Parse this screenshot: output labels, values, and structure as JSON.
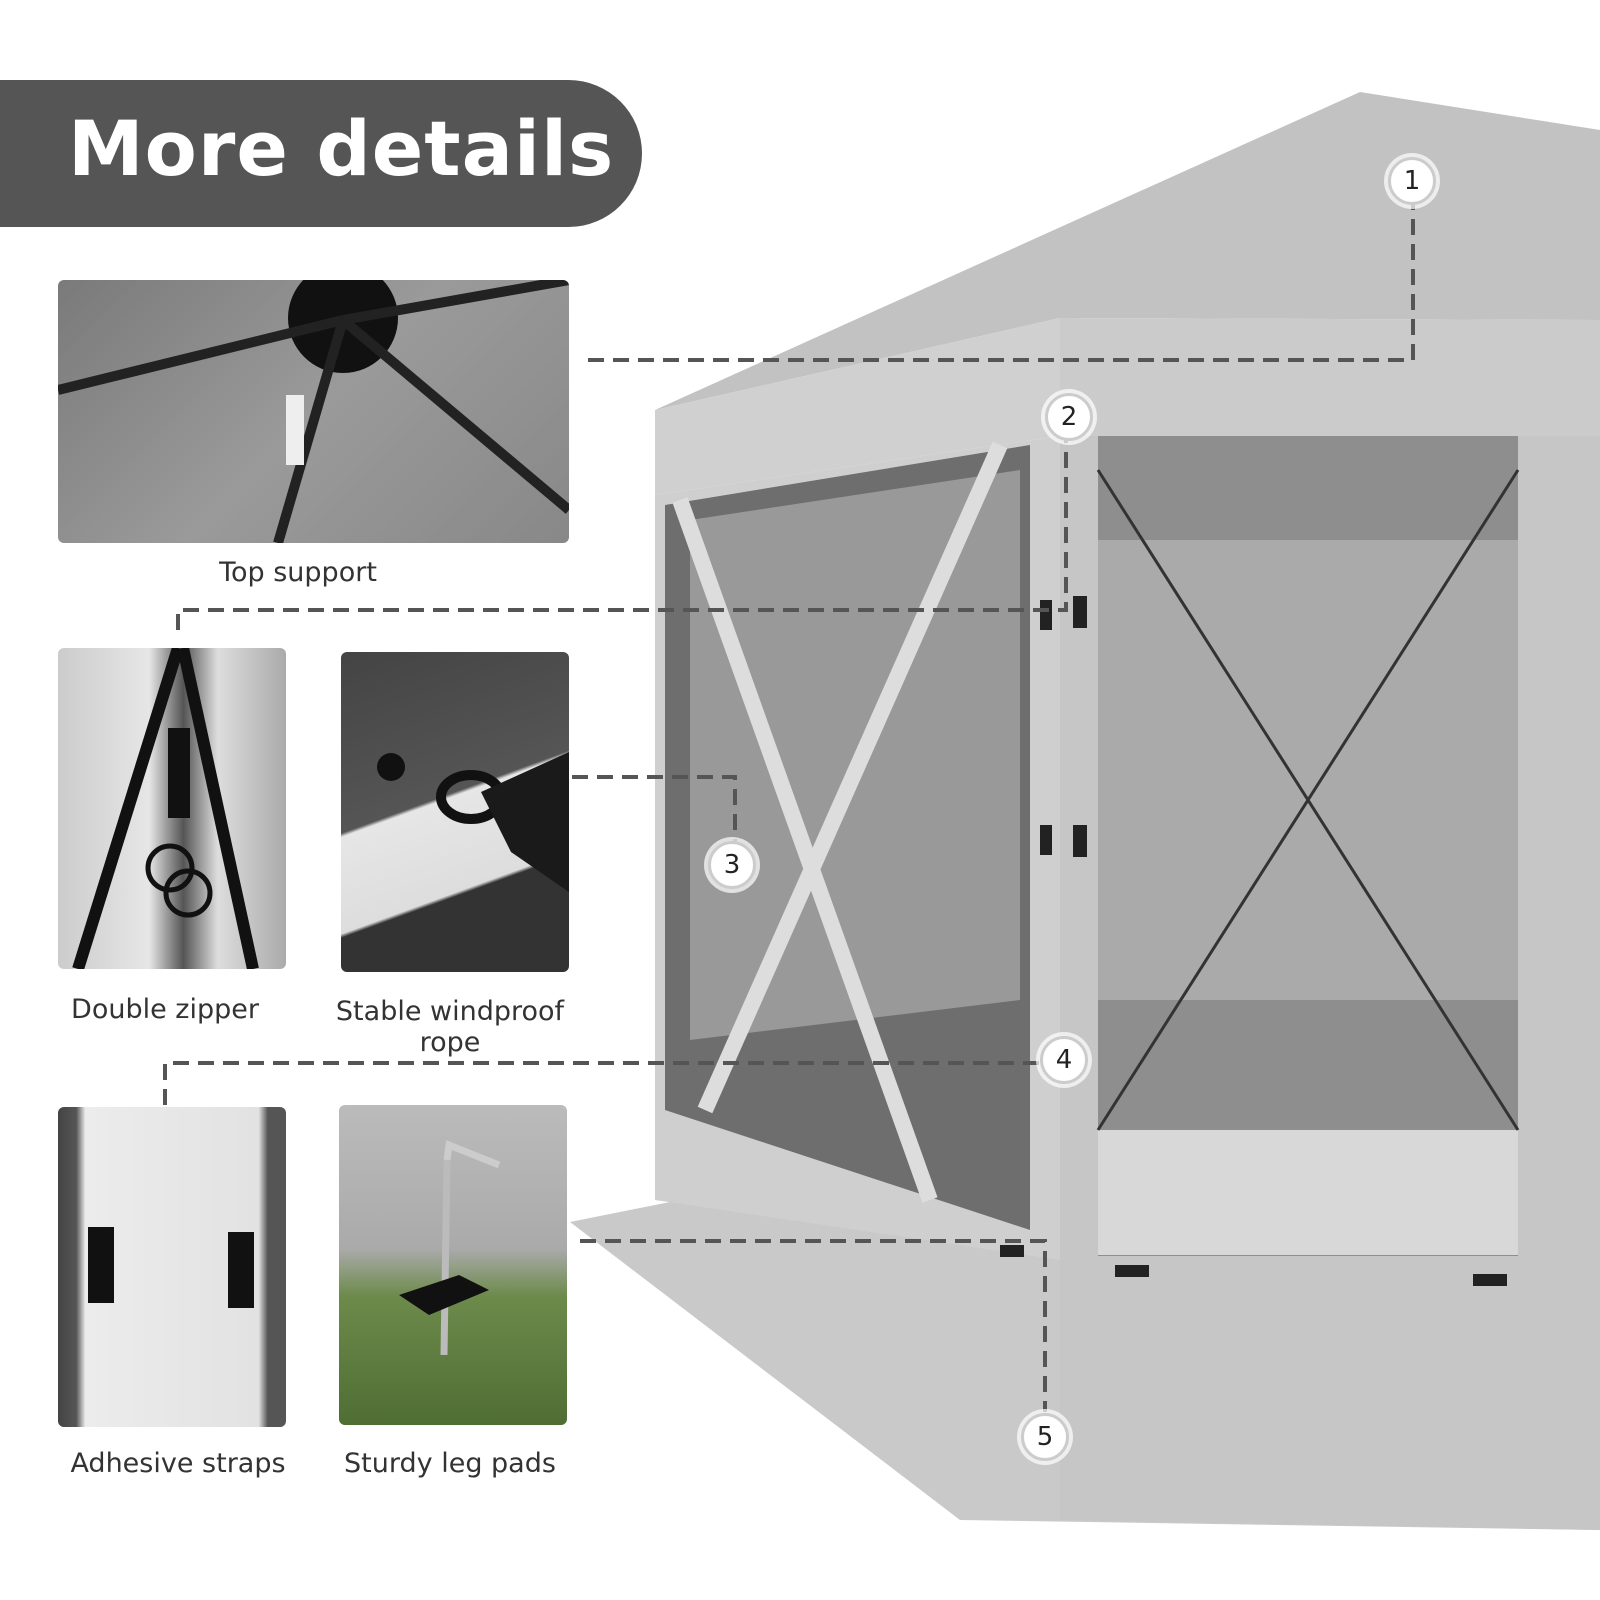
{
  "header": {
    "title": "More details"
  },
  "features": [
    {
      "label": "Top support"
    },
    {
      "label": "Double zipper"
    },
    {
      "label": "Stable windproof rope"
    },
    {
      "label": "Adhesive straps"
    },
    {
      "label": "Sturdy leg pads"
    }
  ],
  "callouts": [
    "1",
    "2",
    "3",
    "4",
    "5"
  ]
}
